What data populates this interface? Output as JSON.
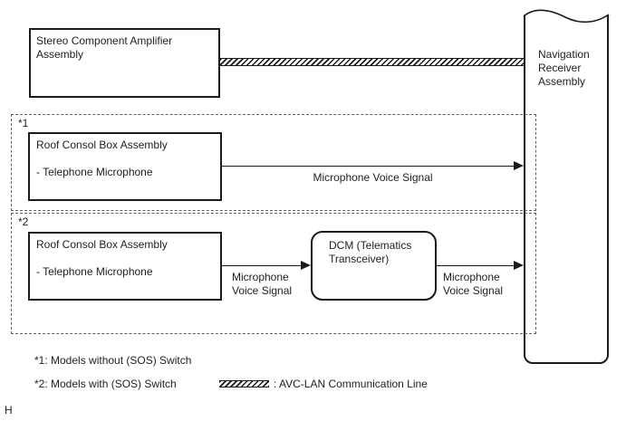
{
  "diagram": {
    "boxes": {
      "stereo_amplifier": "Stereo Component Amplifier Assembly",
      "navigation_receiver": "Navigation Receiver Assembly",
      "roof_console_1_title": "Roof Consol Box Assembly",
      "roof_console_1_sub": "- Telephone Microphone",
      "roof_console_2_title": "Roof Consol Box Assembly",
      "roof_console_2_sub": "- Telephone Microphone",
      "dcm": "DCM (Telematics Transceiver)"
    },
    "groups": {
      "group1_tag": "*1",
      "group2_tag": "*2"
    },
    "signals": {
      "mic_voice_1": "Microphone Voice Signal",
      "mic_voice_2a": "Microphone Voice Signal",
      "mic_voice_2b": "Microphone Voice Signal"
    },
    "legend": {
      "note1": "*1: Models without (SOS) Switch",
      "note2": "*2: Models with (SOS) Switch",
      "avc_lan_label": ": AVC-LAN Communication Line"
    },
    "footer": {
      "mark": "H"
    },
    "colors": {
      "line": "#1a1a1a",
      "dashed_border": "#5f5f5f",
      "background": "#ffffff",
      "text": "#1f1f1f"
    }
  }
}
